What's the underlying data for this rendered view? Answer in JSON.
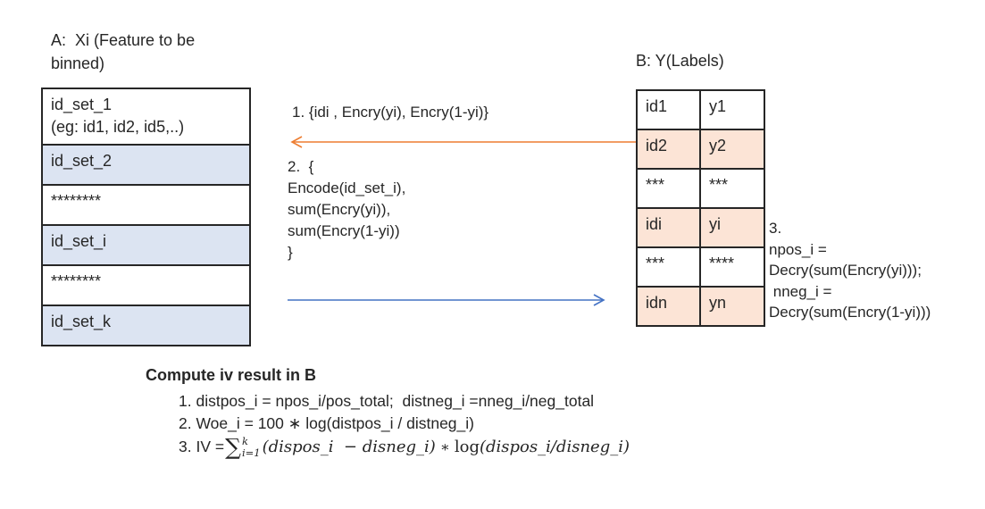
{
  "colors": {
    "blue_border": "#7D9CD4",
    "blue_fill": "#DCE4F2",
    "orange_border": "#ED7D31",
    "orange_fill": "#FCE4D6",
    "arrow_blue": "#4472C4",
    "arrow_orange": "#ED7D31"
  },
  "party_a": {
    "title": "A:  Xi (Feature to be\nbinned)",
    "rows": [
      {
        "label": "id_set_1\n(eg: id1, id2, id5,..)"
      },
      {
        "label": "id_set_2"
      },
      {
        "label": "********"
      },
      {
        "label": "id_set_i"
      },
      {
        "label": "********"
      },
      {
        "label": "id_set_k"
      }
    ]
  },
  "party_b": {
    "title": "B: Y(Labels)",
    "rows": [
      {
        "id": "id1",
        "y": "y1"
      },
      {
        "id": "id2",
        "y": "y2"
      },
      {
        "id": "***",
        "y": "***"
      },
      {
        "id": "idi",
        "y": "yi"
      },
      {
        "id": "***",
        "y": "****"
      },
      {
        "id": "idn",
        "y": "yn"
      }
    ]
  },
  "messages": {
    "step1": "1. {idi , Encry(yi), Encry(1-yi)}",
    "step2": "2.  {\nEncode(id_set_i),\nsum(Encry(yi)),\nsum(Encry(1-yi))\n}",
    "step3": "3.\nnpos_i =\nDecry(sum(Encry(yi)));\n nneg_i =\nDecry(sum(Encry(1-yi)))"
  },
  "compute_block": {
    "heading": "Compute iv result in B",
    "line1": "1. distpos_i = npos_i/pos_total;  distneg_i =nneg_i/neg_total",
    "line2": "2. Woe_i = 100 ∗ log(distpos_i / distneg_i)",
    "line3": {
      "prefix": "3. IV =",
      "sigma": "∑",
      "sup": "k",
      "sub": "i=1",
      "term1": "(dispos_i  − disneg_i)",
      "operator": " ∗ ",
      "log": "log",
      "term2": "(dispos_i/disneg_i)"
    }
  }
}
